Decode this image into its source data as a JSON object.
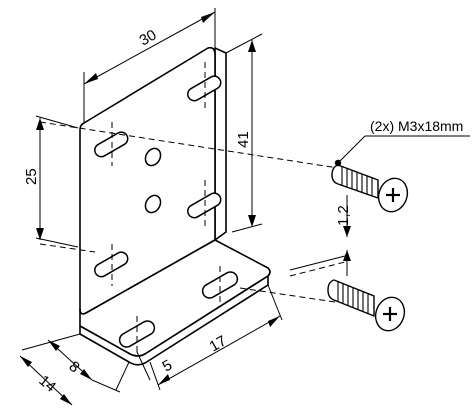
{
  "drawing": {
    "dimensions": {
      "width_top": "30",
      "height_right": "41",
      "height_left": "25",
      "clearance": "1,2",
      "base_depth": "17",
      "slot_offset": "8",
      "base_width": "14",
      "edge_offset": "5"
    },
    "screw_callout": "(2x) M3x18mm",
    "colors": {
      "line": "#000000",
      "part_fill": "#ffffff",
      "background": "#ffffff"
    }
  }
}
